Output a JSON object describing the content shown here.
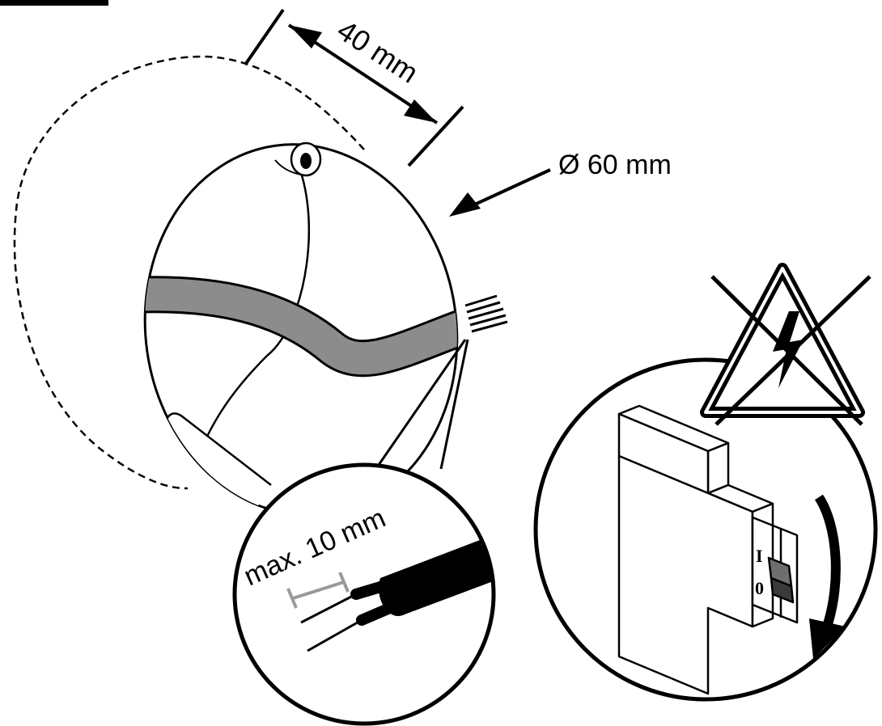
{
  "labels": {
    "depth": "40 mm",
    "diameter": "Ø 60 mm",
    "strip_length": "max. 10 mm"
  },
  "breaker": {
    "on_mark": "I",
    "off_mark": "0"
  },
  "colors": {
    "ink": "#000000",
    "cable_sheath": "#8c8c8c",
    "dimension_gray": "#9a9a9a",
    "paper": "#ffffff"
  },
  "icons": [
    "no-voltage-warning-icon",
    "circuit-breaker-icon",
    "rotate-arrow-icon"
  ]
}
